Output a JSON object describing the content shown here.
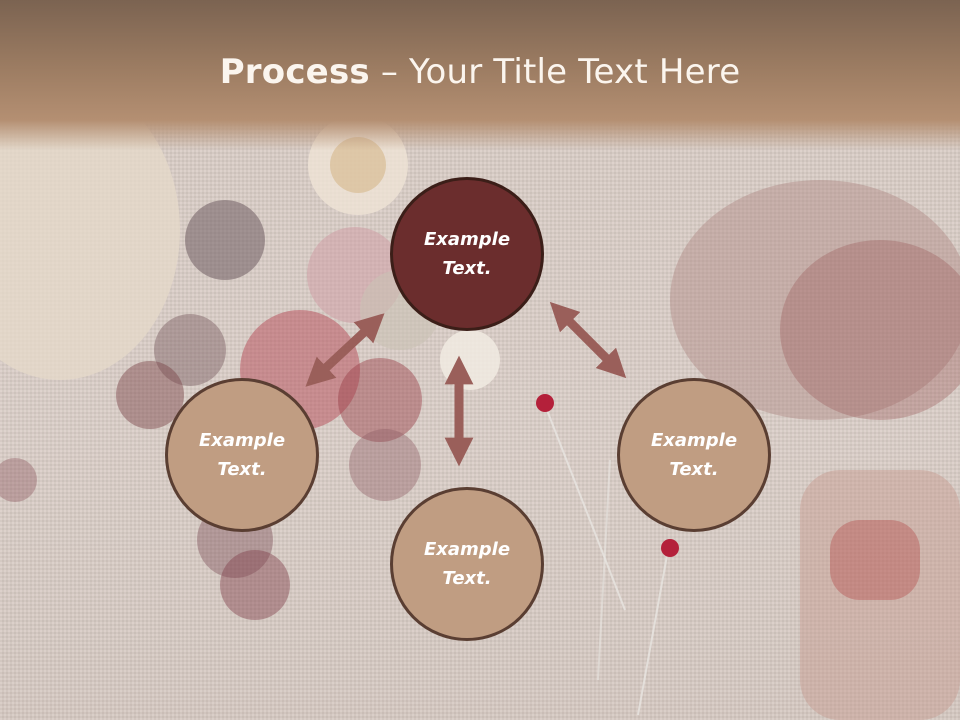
{
  "slide": {
    "title_bold": "Process",
    "title_rest": " – Your Title Text Here"
  },
  "diagram": {
    "nodes": [
      {
        "label": "Example Text.",
        "style": "dark"
      },
      {
        "label": "Example Text.",
        "style": "tan"
      },
      {
        "label": "Example Text.",
        "style": "tan"
      },
      {
        "label": "Example Text.",
        "style": "tan"
      }
    ],
    "colors": {
      "title_band": "#9c7c62",
      "node_fill": "#c09d82",
      "node_center_fill": "#6b2d2d",
      "arrow": "#9a5f5a",
      "title_text": "#fbf5ee"
    }
  }
}
